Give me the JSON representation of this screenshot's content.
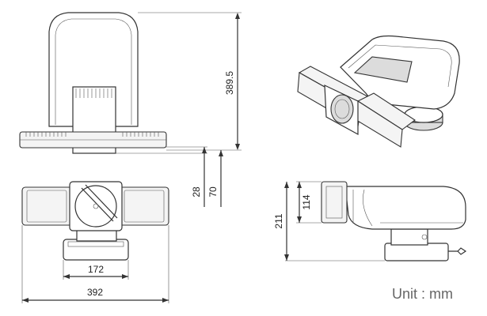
{
  "dimensions": {
    "height_total": "389.5",
    "offset_a": "28",
    "offset_b": "70",
    "base_width": "172",
    "overall_width": "392",
    "side_total_height": "211",
    "side_head_height": "114"
  },
  "unit_label": "Unit : mm",
  "colors": {
    "line": "#333333",
    "unit_text": "#666666"
  }
}
